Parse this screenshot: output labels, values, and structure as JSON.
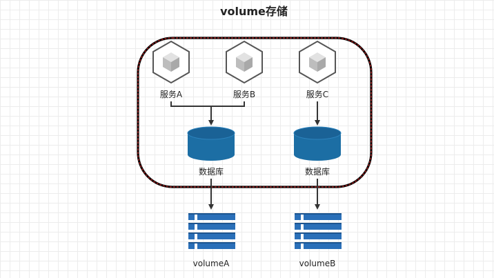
{
  "title": "volume存储",
  "services": [
    {
      "label": "服务A"
    },
    {
      "label": "服务B"
    },
    {
      "label": "服务C"
    }
  ],
  "databases": [
    {
      "label": "数据库"
    },
    {
      "label": "数据库"
    }
  ],
  "volumes": [
    {
      "label": "volumeA"
    },
    {
      "label": "volumeB"
    }
  ],
  "colors": {
    "container_border": "#8b1a1a",
    "database_fill": "#1c6ea4",
    "volume_fill": "#2a6fb8",
    "cube_stroke": "#555555",
    "cube_fill": "#c8c8c8",
    "arrow": "#333333"
  }
}
